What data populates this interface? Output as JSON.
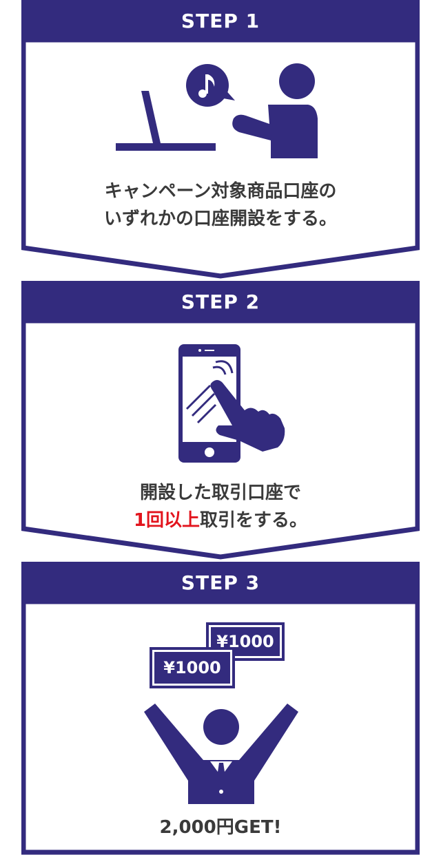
{
  "colors": {
    "navy": "#332b7e",
    "red": "#e2141d",
    "text": "#3a3a3a"
  },
  "steps": [
    {
      "label": "STEP 1",
      "illustration": "person-at-laptop-music-icon",
      "line1": "キャンペーン対象商品口座の",
      "line2": "いずれかの口座開設をする。"
    },
    {
      "label": "STEP 2",
      "illustration": "smartphone-tap-icon",
      "line1": "開設した取引口座で",
      "line2_highlight": "1回以上",
      "line2_rest": "取引をする。"
    },
    {
      "label": "STEP 3",
      "illustration": "cheering-person-money-icon",
      "bill_front": "¥1000",
      "bill_back": "¥1000",
      "result": "2,000円GET!"
    }
  ]
}
